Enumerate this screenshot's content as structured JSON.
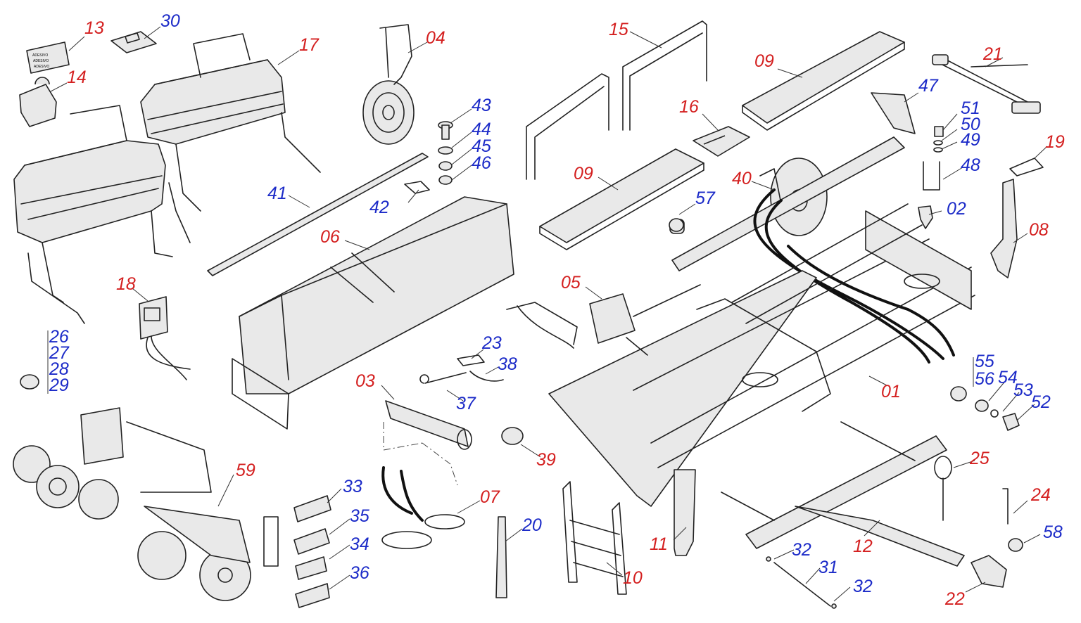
{
  "colors": {
    "red": "#d42020",
    "blue": "#1c2bc8",
    "line": "#222222"
  },
  "callouts": {
    "c01": "01",
    "c02": "02",
    "c03": "03",
    "c04": "04",
    "c05": "05",
    "c06": "06",
    "c07": "07",
    "c08": "08",
    "c09a": "09",
    "c09b": "09",
    "c10": "10",
    "c11": "11",
    "c12": "12",
    "c13": "13",
    "c14": "14",
    "c15": "15",
    "c16": "16",
    "c17": "17",
    "c18": "18",
    "c19": "19",
    "c20": "20",
    "c21": "21",
    "c22": "22",
    "c23": "23",
    "c24": "24",
    "c25": "25",
    "c26": "26",
    "c27": "27",
    "c28": "28",
    "c29": "29",
    "c30": "30",
    "c31": "31",
    "c32a": "32",
    "c32b": "32",
    "c33": "33",
    "c34": "34",
    "c35": "35",
    "c36": "36",
    "c37": "37",
    "c38": "38",
    "c39": "39",
    "c40": "40",
    "c41": "41",
    "c42": "42",
    "c43": "43",
    "c44": "44",
    "c45": "45",
    "c46": "46",
    "c47": "47",
    "c48": "48",
    "c49": "49",
    "c50": "50",
    "c51": "51",
    "c52": "52",
    "c53": "53",
    "c54": "54",
    "c55": "55",
    "c56": "56",
    "c57": "57",
    "c58": "58",
    "c59": "59"
  },
  "label_plate": {
    "line1": "ADESIVO",
    "line2": "ADESIVO",
    "line3": "ADESIVO"
  }
}
